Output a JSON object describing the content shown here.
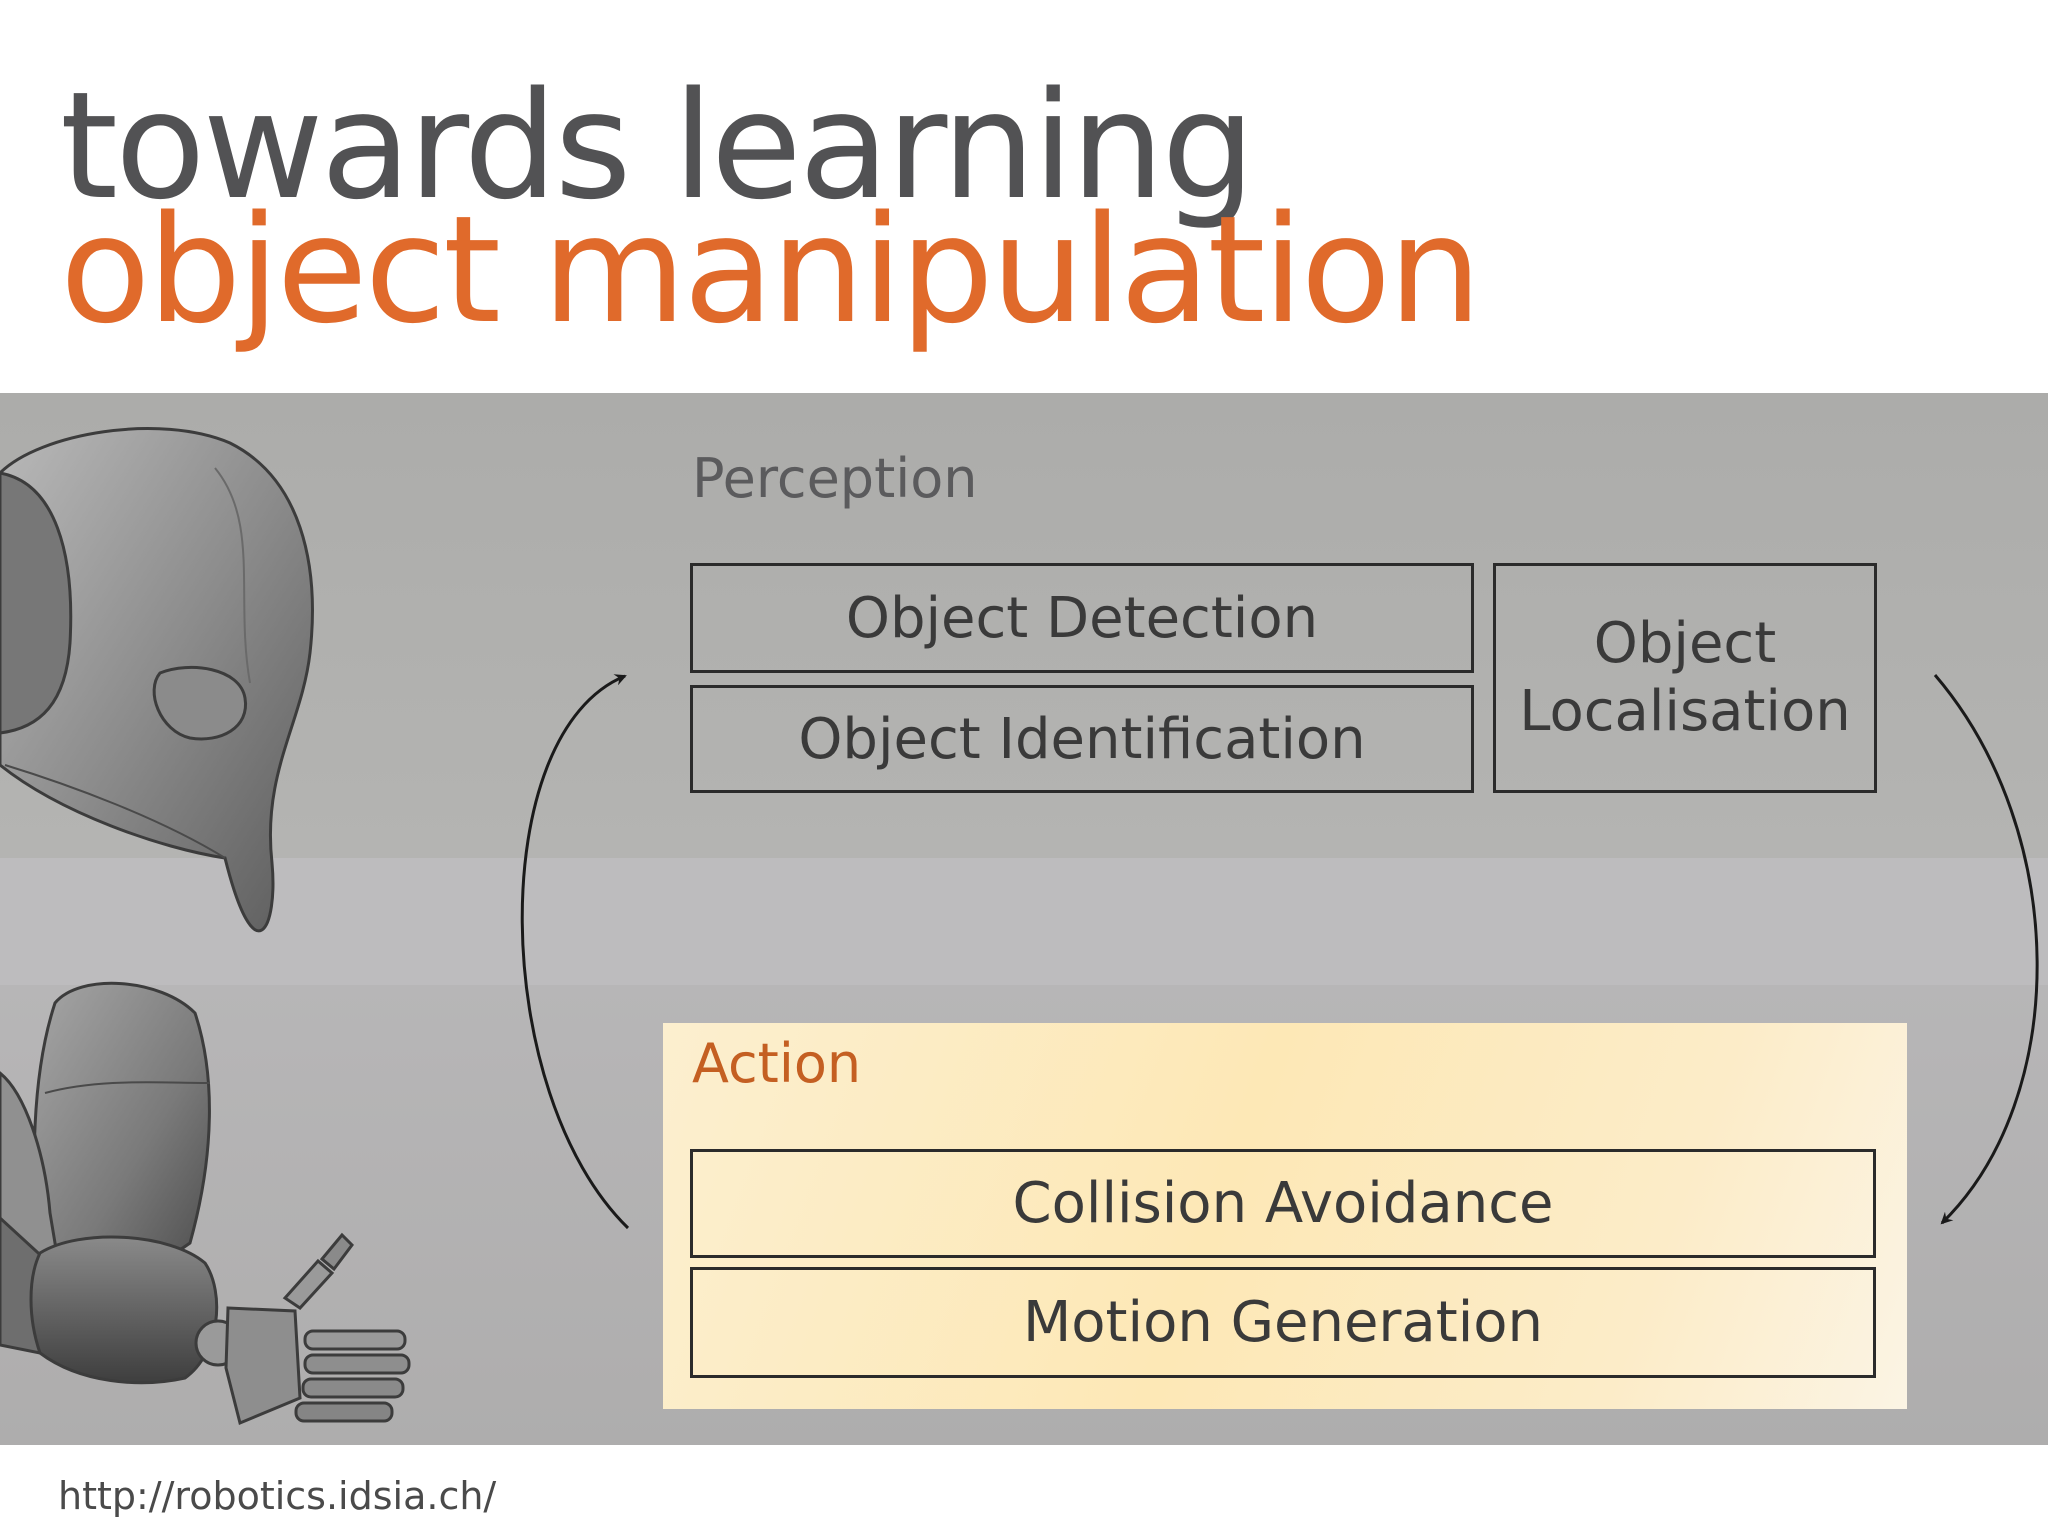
{
  "slide": {
    "title_line1": "towards learning",
    "title_line2": "object manipulation",
    "footer_url": "http://robotics.idsia.ch/"
  },
  "diagram": {
    "perception": {
      "label": "Perception",
      "boxes": {
        "detection": "Object Detection",
        "identification": "Object Identification",
        "localisation_line1": "Object",
        "localisation_line2": "Localisation"
      }
    },
    "action": {
      "label": "Action",
      "boxes": {
        "collision": "Collision Avoidance",
        "motion": "Motion Generation"
      }
    }
  },
  "colors": {
    "title_dark": "#525254",
    "title_accent": "#e06a2b",
    "action_label": "#c45f22"
  }
}
